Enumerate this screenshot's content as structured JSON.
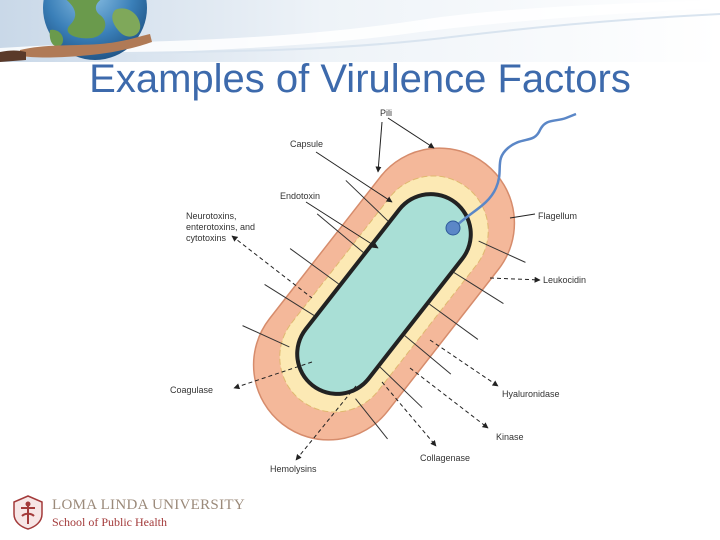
{
  "slide": {
    "title": "Examples of Virulence Factors"
  },
  "diagram": {
    "labels": {
      "pili": "Pili",
      "capsule": "Capsule",
      "endotoxin": "Endotoxin",
      "toxins_line1": "Neurotoxins,",
      "toxins_line2": "enterotoxins, and",
      "toxins_line3": "cytotoxins",
      "flagellum": "Flagellum",
      "leukocidin": "Leukocidin",
      "coagulase": "Coagulase",
      "hyaluronidase": "Hyaluronidase",
      "kinase": "Kinase",
      "collagenase": "Collagenase",
      "hemolysins": "Hemolysins"
    },
    "colors": {
      "outer_layer": "#f4b89a",
      "middle_layer": "#fce9b4",
      "cell_body": "#a9dfd6",
      "flagellum": "#5b87c7",
      "title": "#3d6aac"
    }
  },
  "footer": {
    "university": "LOMA LINDA UNIVERSITY",
    "school": "School of Public Health",
    "logo_icon": "university-crest-icon"
  }
}
